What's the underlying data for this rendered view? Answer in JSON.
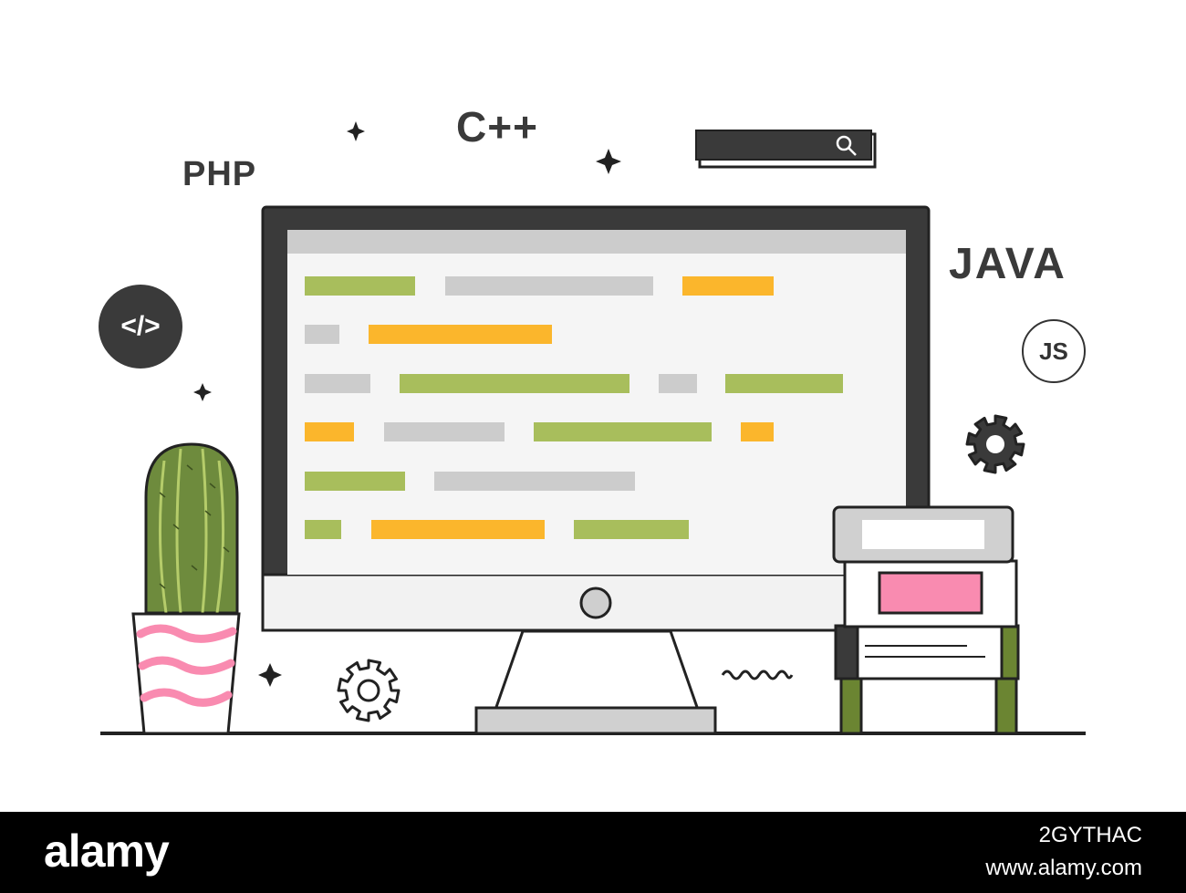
{
  "labels": {
    "php": "PHP",
    "cpp": "C++",
    "java": "JAVA",
    "code_badge": "</>",
    "js_badge": "JS"
  },
  "colors": {
    "outline": "#222222",
    "monitor_dark": "#3a3a3a",
    "screen_bg": "#f5f5f5",
    "green": "#a8be5c",
    "gray": "#cccccc",
    "orange": "#fbb62c",
    "pink": "#f98bb0",
    "cactus": "#6e8b3d",
    "book_green": "#6b8532"
  },
  "code_lines": [
    [
      {
        "color": "green"
      },
      {
        "color": "gray"
      },
      {
        "color": "orange"
      }
    ],
    [
      {
        "color": "gray"
      },
      {
        "color": "orange"
      }
    ],
    [
      {
        "color": "gray"
      },
      {
        "color": "green"
      },
      {
        "color": "gray"
      },
      {
        "color": "green"
      }
    ],
    [
      {
        "color": "orange"
      },
      {
        "color": "gray"
      },
      {
        "color": "green"
      },
      {
        "color": "orange"
      }
    ],
    [
      {
        "color": "green"
      },
      {
        "color": "gray"
      }
    ],
    [
      {
        "color": "green"
      },
      {
        "color": "orange"
      },
      {
        "color": "green"
      }
    ]
  ],
  "footer": {
    "logo": "alamy",
    "image_id": "2GYTHAC",
    "url": "www.alamy.com"
  }
}
